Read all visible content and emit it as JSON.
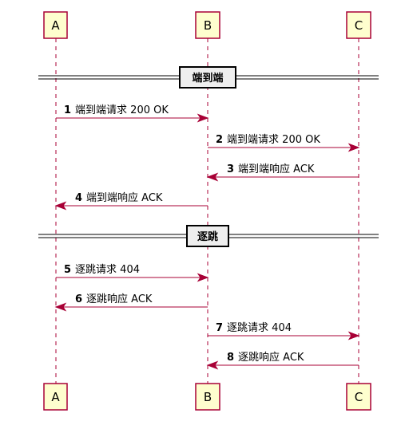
{
  "colors": {
    "participant_fill": "#FEFECE",
    "border": "#A80036",
    "arrow": "#A80036",
    "divider_fill": "#EEEEEE"
  },
  "participants": [
    {
      "id": "A",
      "label": "A"
    },
    {
      "id": "B",
      "label": "B"
    },
    {
      "id": "C",
      "label": "C"
    }
  ],
  "dividers": [
    {
      "label": "端到端"
    },
    {
      "label": "逐跳"
    }
  ],
  "messages": [
    {
      "num": "1",
      "text": "端到端请求 200 OK",
      "from": "A",
      "to": "B"
    },
    {
      "num": "2",
      "text": "端到端请求 200 OK",
      "from": "B",
      "to": "C"
    },
    {
      "num": "3",
      "text": "端到端响应 ACK",
      "from": "C",
      "to": "B"
    },
    {
      "num": "4",
      "text": "端到端响应 ACK",
      "from": "B",
      "to": "A"
    },
    {
      "num": "5",
      "text": "逐跳请求 404",
      "from": "A",
      "to": "B"
    },
    {
      "num": "6",
      "text": "逐跳响应 ACK",
      "from": "B",
      "to": "A"
    },
    {
      "num": "7",
      "text": "逐跳请求 404",
      "from": "B",
      "to": "C"
    },
    {
      "num": "8",
      "text": "逐跳响应 ACK",
      "from": "C",
      "to": "B"
    }
  ]
}
